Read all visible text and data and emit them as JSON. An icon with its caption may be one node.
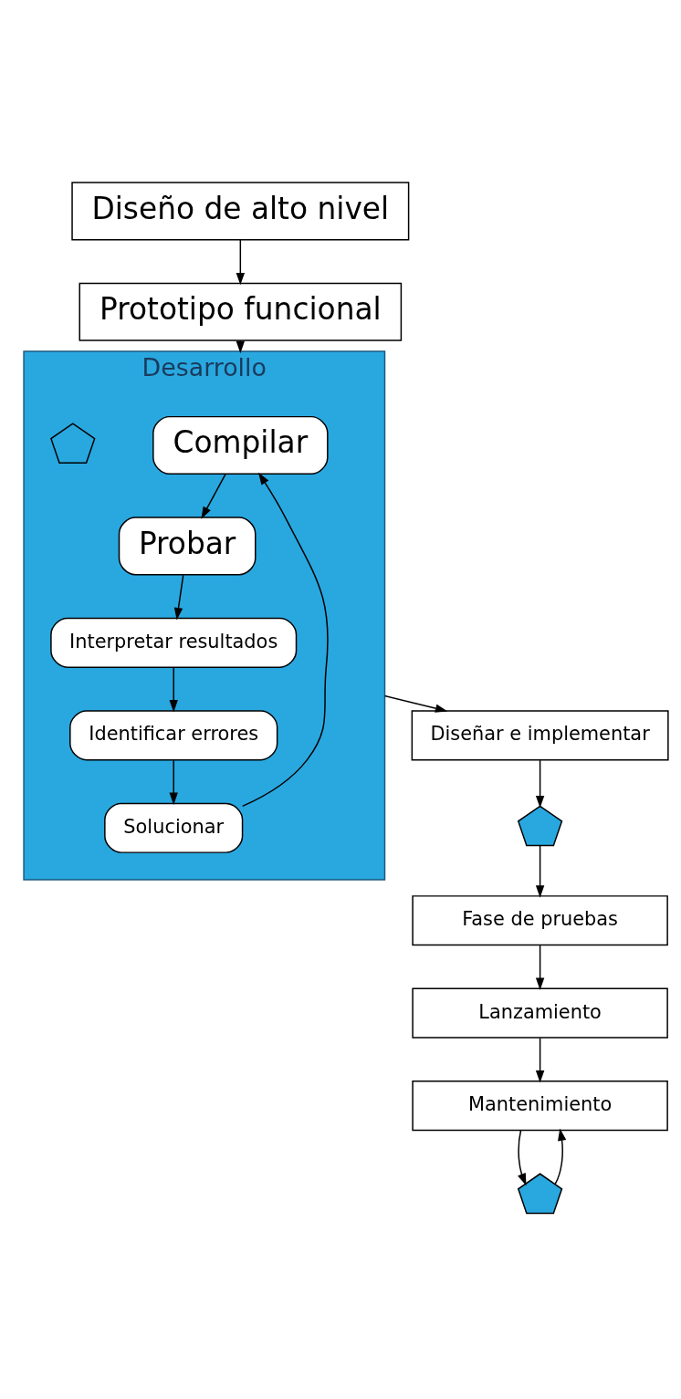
{
  "diagram": {
    "nodes": [
      {
        "text": [
          "Diseño de alto nivel"
        ]
      },
      {
        "text": [
          "Prototipo funcional"
        ]
      },
      {
        "text": [
          "Desarrollo"
        ]
      },
      {
        "text": [
          "Compilar"
        ],
        "in": 2
      },
      {
        "text": [
          "Probar"
        ],
        "in": 2
      },
      {
        "text": [
          "Interpretar resultados"
        ],
        "in": 2
      },
      {
        "text": [
          "Identificar errores"
        ],
        "in": 2
      },
      {
        "text": [
          "Solucionar"
        ],
        "in": 2
      },
      {
        "text": [],
        "shape": "pentagon",
        "in": 2
      },
      {
        "text": [
          "Diseñar e implementar"
        ]
      },
      {
        "text": [],
        "shape": "pentagon"
      },
      {
        "text": [
          "Fase de pruebas"
        ]
      },
      {
        "text": [
          "Lanzamiento"
        ]
      },
      {
        "text": [
          "Mantenimiento"
        ]
      },
      {
        "text": [],
        "shape": "pentagon"
      }
    ],
    "edges": [
      {
        "from": 0,
        "to": 1,
        "arrow": "to"
      },
      {
        "from": 1,
        "to": 2,
        "arrow": "to"
      },
      {
        "from": 3,
        "to": 4,
        "arrow": "to"
      },
      {
        "from": 4,
        "to": 5,
        "arrow": "to"
      },
      {
        "from": 5,
        "to": 6,
        "arrow": "to"
      },
      {
        "from": 6,
        "to": 7,
        "arrow": "to"
      },
      {
        "from": 7,
        "to": 3,
        "arrow": "to"
      },
      {
        "from": 2,
        "to": 9,
        "arrow": "to"
      },
      {
        "from": 9,
        "to": 10,
        "arrow": "to"
      },
      {
        "from": 10,
        "to": 11,
        "arrow": "to"
      },
      {
        "from": 11,
        "to": 12,
        "arrow": "to"
      },
      {
        "from": 12,
        "to": 13,
        "arrow": "to"
      },
      {
        "from": 13,
        "to": 14,
        "arrow": "to"
      },
      {
        "from": 14,
        "to": 13,
        "arrow": "to"
      }
    ]
  }
}
